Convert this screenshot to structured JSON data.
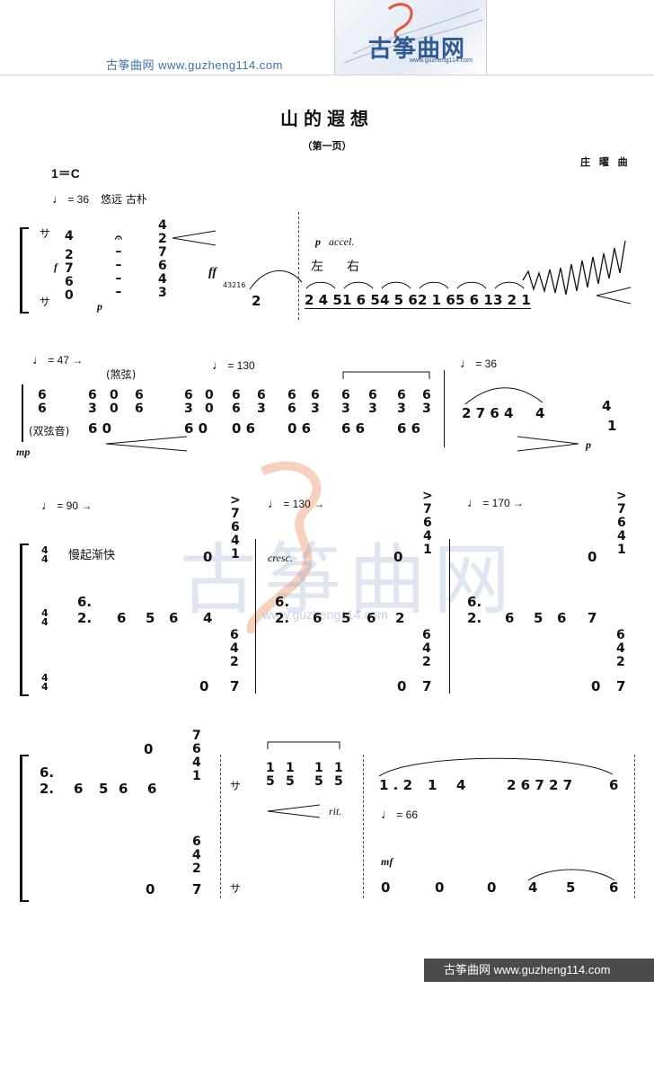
{
  "header": {
    "site_text": "古筝曲网 www.guzheng114.com",
    "logo_text": "古筝曲网",
    "logo_url": "www.guzheng114.com"
  },
  "title": "山的遐想",
  "subtitle": "（第一页）",
  "composer": "庄 曜 曲",
  "key": "1＝C",
  "system1": {
    "tempo": "= 36",
    "expression": "悠远 古朴",
    "sa": "サ",
    "dynamic_f": "f",
    "dynamic_p": "p",
    "dynamic_ff": "ff",
    "grace": "43216",
    "accel_p": "p",
    "accel": "accel.",
    "left": "左",
    "right": "右",
    "groups": [
      "2 4 5",
      "1 6 5",
      "4 5 6",
      "2 1 6",
      "5 6 1",
      "3 2 1"
    ]
  },
  "system2": {
    "tempo1": "= 47 →",
    "tempo2": "= 130",
    "tempo3": "= 36",
    "sha": "(煞弦)",
    "double": "(双弦音)",
    "dynamic_mp": "mp",
    "dynamic_p": "p",
    "phrase": "2 7 6 4"
  },
  "system3": {
    "tempo1": "= 90 →",
    "tempo2": "= 130 →",
    "tempo3": "= 170 →",
    "time_sig": "4/4",
    "expression": "慢起渐快",
    "cresc": "cresc.",
    "melody": [
      "2.",
      "6",
      "5",
      "6"
    ]
  },
  "system4": {
    "sa": "サ",
    "rit": "rit.",
    "tempo": "= 66",
    "dynamic_mf": "mf",
    "phrase": "2 6 7 2 7"
  },
  "footer": {
    "text": "古筝曲网  www.guzheng114.com"
  }
}
